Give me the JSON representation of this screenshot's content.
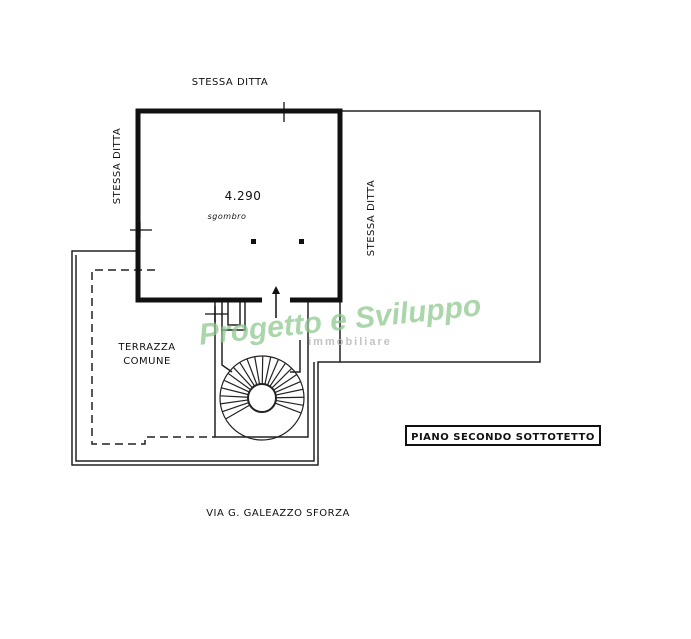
{
  "labels": {
    "top_neighbor": "STESSA DITTA",
    "left_neighbor": "STESSA DITTA",
    "right_neighbor": "STESSA DITTA",
    "room_height": "4.290",
    "room_use": "sgombro",
    "terrace_line1": "TERRAZZA",
    "terrace_line2": "COMUNE",
    "floor_title": "PIANO SECONDO SOTTOTETTO",
    "street": "VIA G. GALEAZZO SFORZA"
  },
  "watermark": {
    "brand": "Progetto e Sviluppo",
    "sub": "immobiliare",
    "color": "#8fc98f"
  }
}
